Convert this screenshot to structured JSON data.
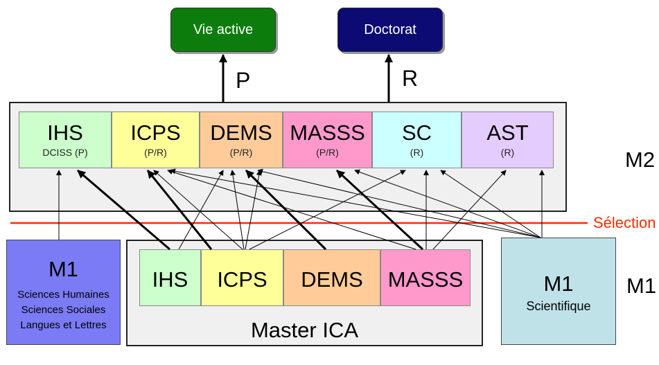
{
  "outcomes": [
    {
      "id": "vie-active",
      "label": "Vie active",
      "color": "#0c7d0c"
    },
    {
      "id": "doctorat",
      "label": "Doctorat",
      "color": "#0b0b73"
    }
  ],
  "paths": {
    "p": "P",
    "r": "R"
  },
  "m2": {
    "label": "M2",
    "specialities": [
      {
        "name": "IHS",
        "sub": "DCISS (P)",
        "color": "#ccffcc"
      },
      {
        "name": "ICPS",
        "sub": "(P/R)",
        "color": "#ffff99"
      },
      {
        "name": "DEMS",
        "sub": "(P/R)",
        "color": "#ffcc99"
      },
      {
        "name": "MASSS",
        "sub": "(P/R)",
        "color": "#ff99cc"
      },
      {
        "name": "SC",
        "sub": "(R)",
        "color": "#ccffff"
      },
      {
        "name": "AST",
        "sub": "(R)",
        "color": "#e5ccff"
      }
    ]
  },
  "selection": {
    "label": "Sélection",
    "color": "#ff2a00"
  },
  "m1": {
    "label": "M1",
    "master": {
      "title": "Master ICA",
      "specialities": [
        {
          "name": "IHS",
          "color": "#ccffcc"
        },
        {
          "name": "ICPS",
          "color": "#ffff99"
        },
        {
          "name": "DEMS",
          "color": "#ffcc99"
        },
        {
          "name": "MASSS",
          "color": "#ff99cc"
        }
      ]
    },
    "humanities": {
      "title": "M1",
      "lines": [
        "Sciences Humaines",
        "Sciences Sociales",
        "Langues et Lettres"
      ],
      "color": "#7b7bf5"
    },
    "scientific": {
      "title": "M1",
      "sub": "Scientifique",
      "color": "#bfe2e8"
    }
  }
}
